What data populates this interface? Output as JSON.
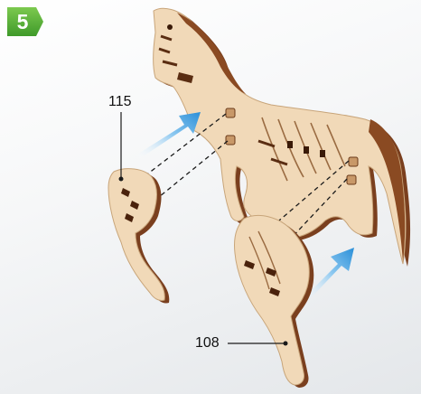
{
  "step": {
    "number": "5",
    "badge_color": "#5fb23c"
  },
  "parts": [
    {
      "id": "115",
      "label": "115",
      "description": "front-leg"
    },
    {
      "id": "108",
      "label": "108",
      "description": "hind-leg"
    }
  ],
  "colors": {
    "wood_face": "#f1d9b8",
    "wood_edge": "#7a3f1e",
    "arrow": "#3a9fe0",
    "guide_line": "#1a1a1a"
  }
}
